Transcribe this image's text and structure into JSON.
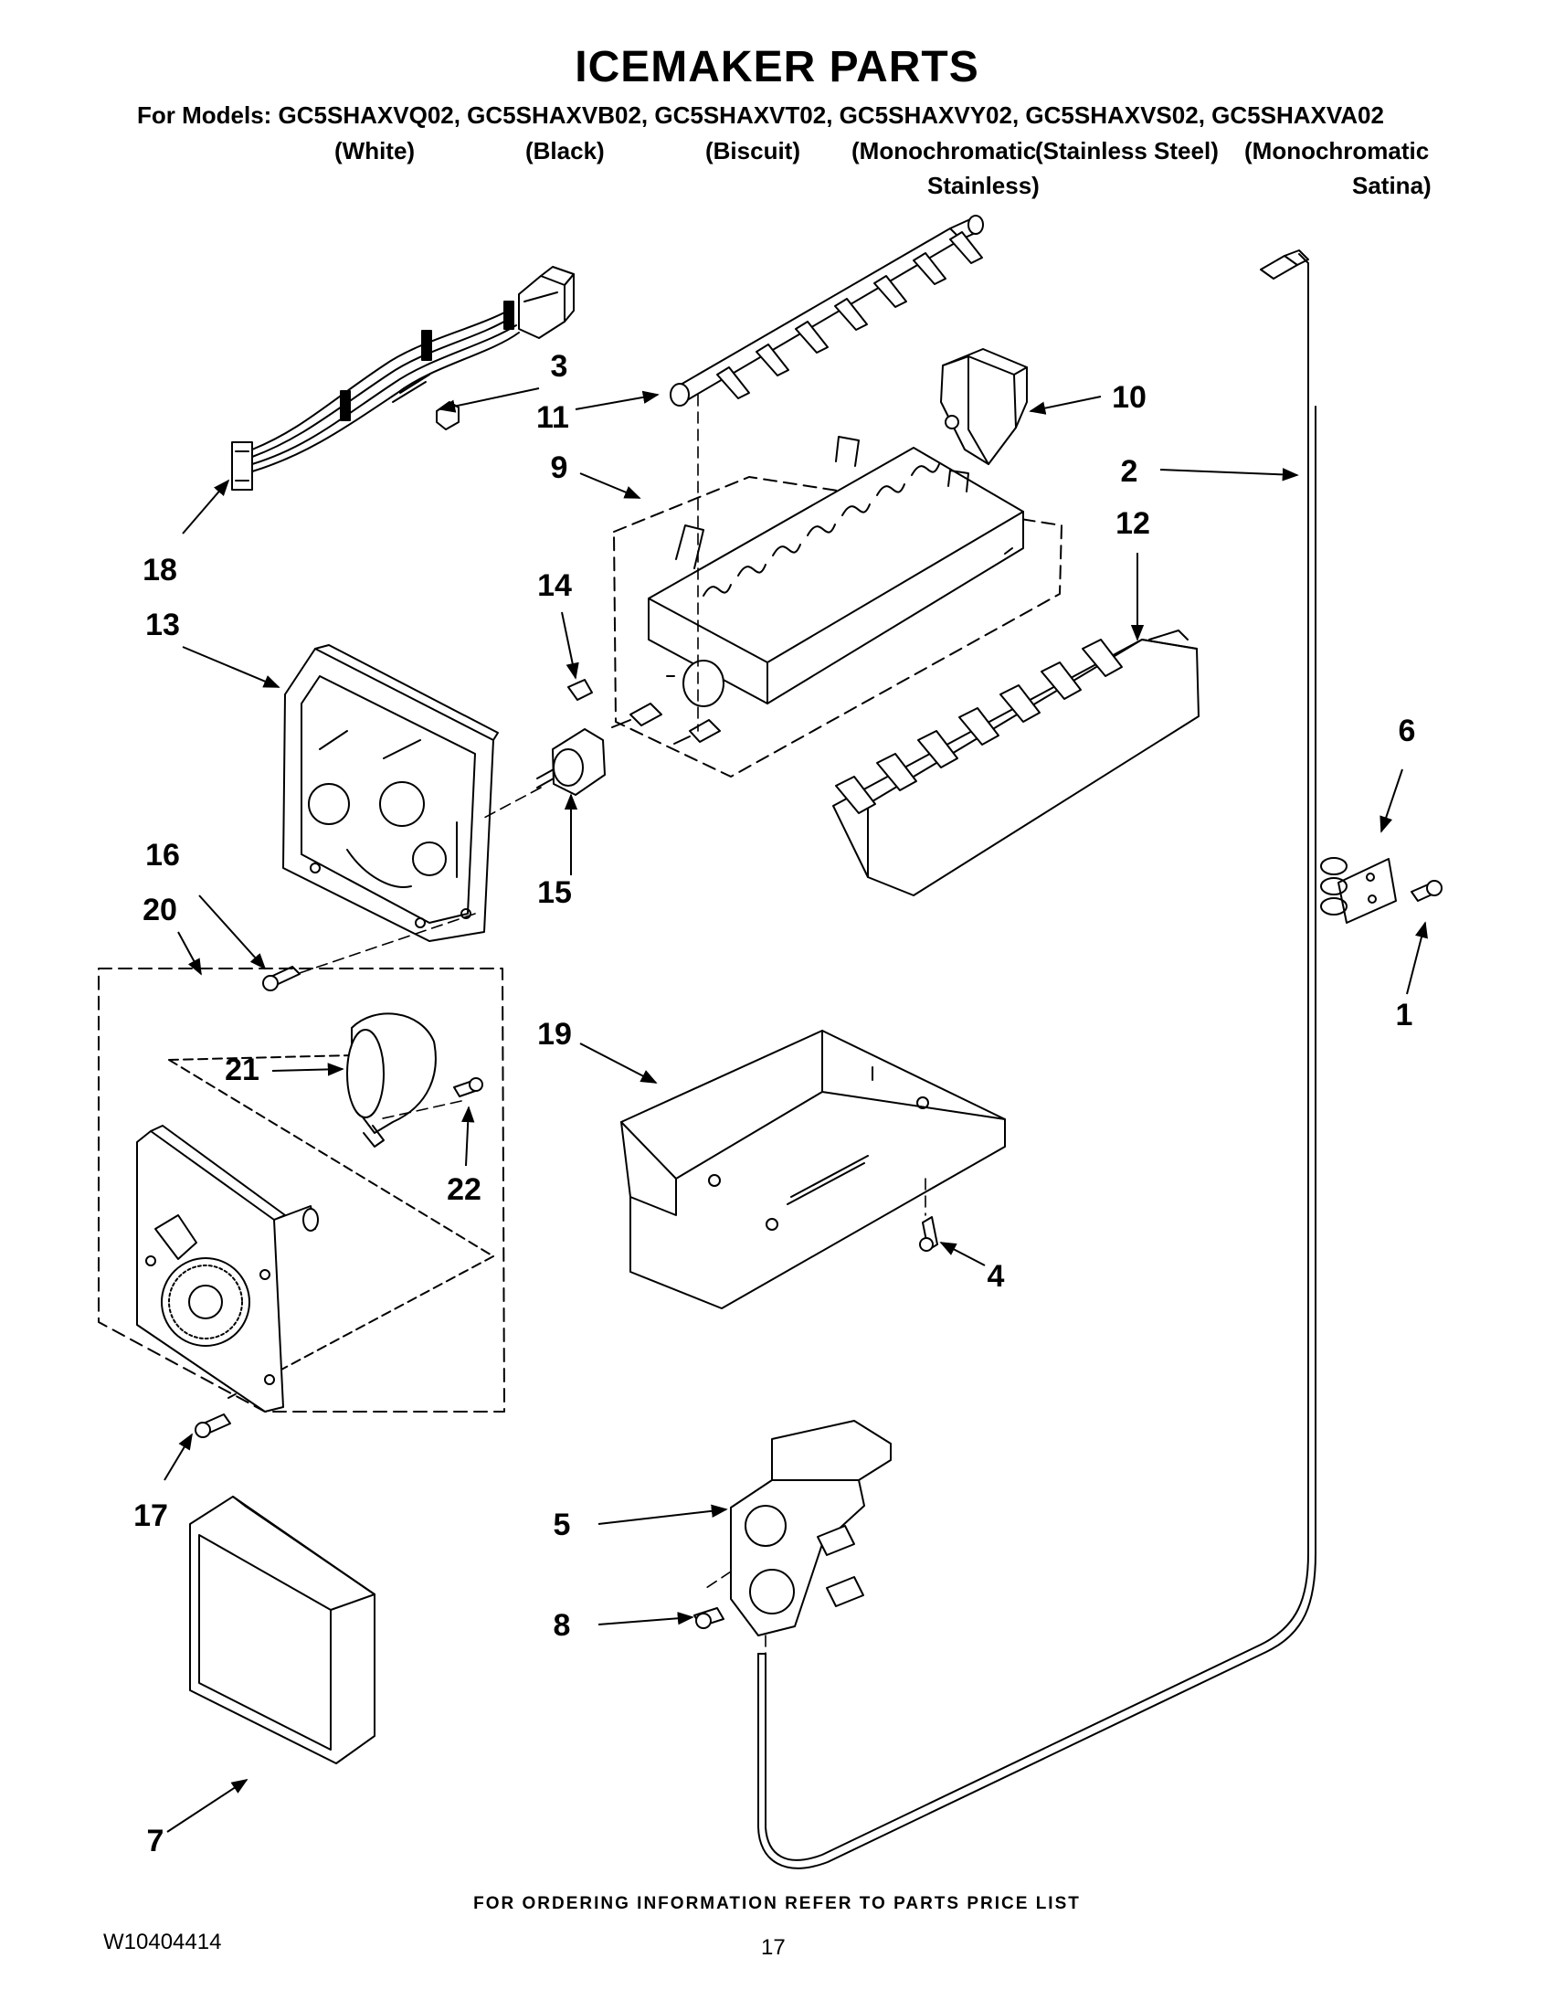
{
  "header": {
    "title": "ICEMAKER PARTS",
    "models_line": "For Models: GC5SHAXVQ02, GC5SHAXVB02, GC5SHAXVT02, GC5SHAXVY02, GC5SHAXVS02, GC5SHAXVA02",
    "colors": [
      "(White)",
      "(Black)",
      "(Biscuit)",
      "(Monochromatic",
      "(Stainless Steel)",
      "(Monochromatic"
    ],
    "colors_second_line": [
      "Stainless)",
      "Satina)"
    ]
  },
  "diagram": {
    "part_labels": [
      "1",
      "2",
      "3",
      "4",
      "5",
      "6",
      "7",
      "8",
      "9",
      "10",
      "11",
      "12",
      "13",
      "14",
      "15",
      "16",
      "17",
      "18",
      "19",
      "20",
      "21",
      "22"
    ]
  },
  "footer": {
    "ordering_note": "FOR ORDERING INFORMATION REFER TO PARTS PRICE LIST",
    "document_number": "W10404414",
    "page_number": "17"
  }
}
